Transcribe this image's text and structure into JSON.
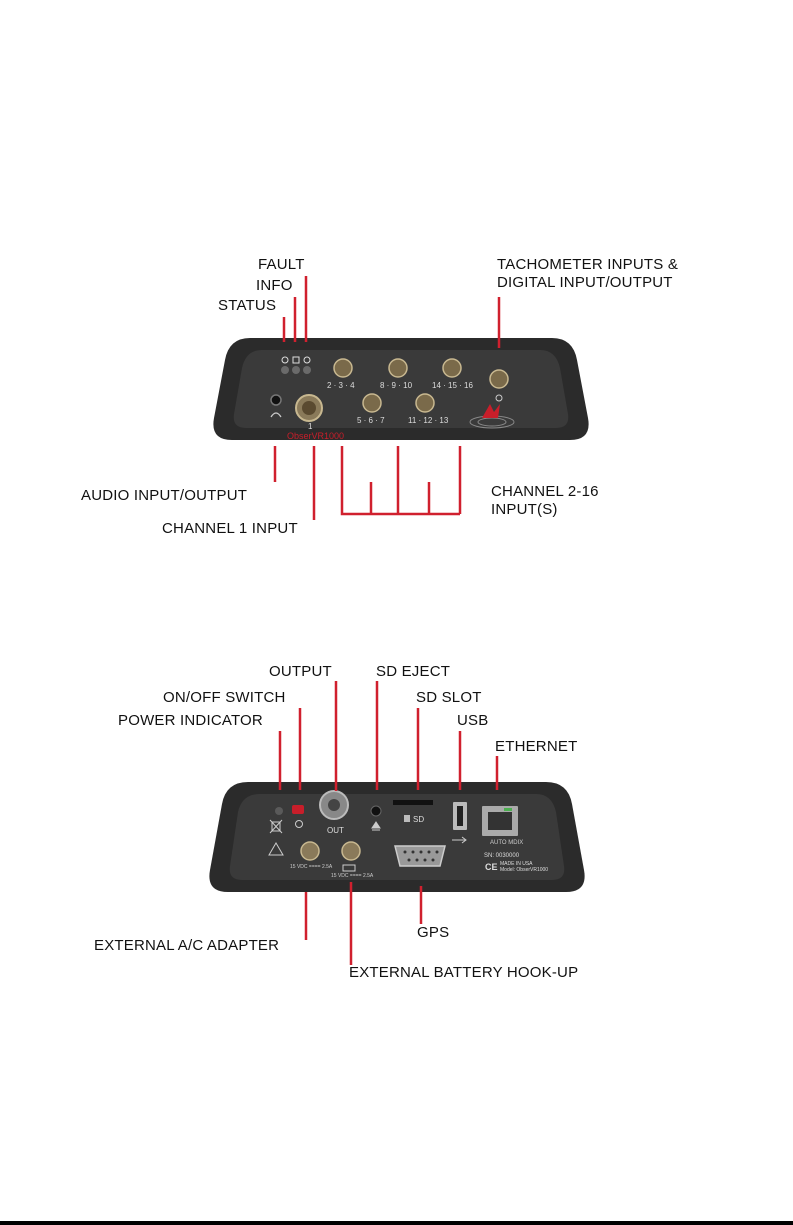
{
  "colors": {
    "leader": "#d0202e",
    "device_body": "#2b2b2b",
    "device_face": "#3a3a3a",
    "brand_red": "#c81e2a"
  },
  "front": {
    "labels": {
      "fault": "FAULT",
      "info": "INFO",
      "status": "STATUS",
      "tachometer": "TACHOMETER INPUTS & DIGITAL INPUT/OUTPUT",
      "audio": "AUDIO INPUT/OUTPUT",
      "channel1": "CHANNEL 1 INPUT",
      "channel216": "CHANNEL 2-16 INPUT(S)"
    },
    "device": {
      "connector_labels": [
        "2 · 3 · 4",
        "8 · 9 · 10",
        "14 · 15 · 16",
        "5 · 6 · 7",
        "11 · 12 · 13"
      ],
      "channel1_number": "1",
      "model_name": "ObserVR1000",
      "led_icons": [
        "power-circle-icon",
        "check-box-icon",
        "info-circle-icon"
      ],
      "icons": [
        "headphone-icon",
        "tach-symbol-icon",
        "vr-logo-icon"
      ]
    }
  },
  "rear": {
    "labels": {
      "output": "OUTPUT",
      "sd_eject": "SD EJECT",
      "on_off": "ON/OFF SWITCH",
      "sd_slot": "SD SLOT",
      "power_indicator": "POWER INDICATOR",
      "usb": "USB",
      "ethernet": "ETHERNET",
      "ext_ac": "EXTERNAL A/C ADAPTER",
      "gps": "GPS",
      "ext_battery": "EXTERNAL BATTERY HOOK-UP"
    },
    "device": {
      "out_label": "OUT",
      "sd_label": "SD",
      "ac_rating": "15 VDC ==== 2.5A",
      "battery_rating": "15 VDC ==== 2.5A",
      "auto_mdix": "AUTO MDIX",
      "serial_number": "SN: 0030000",
      "made_in": "MADE IN USA",
      "model_line": "Model: ObserVR1000",
      "icons": [
        "weee-bin-icon",
        "warning-triangle-icon",
        "power-icon",
        "eject-icon",
        "sd-card-icon",
        "usb-symbol-icon",
        "battery-icon",
        "ce-mark-icon"
      ]
    }
  }
}
